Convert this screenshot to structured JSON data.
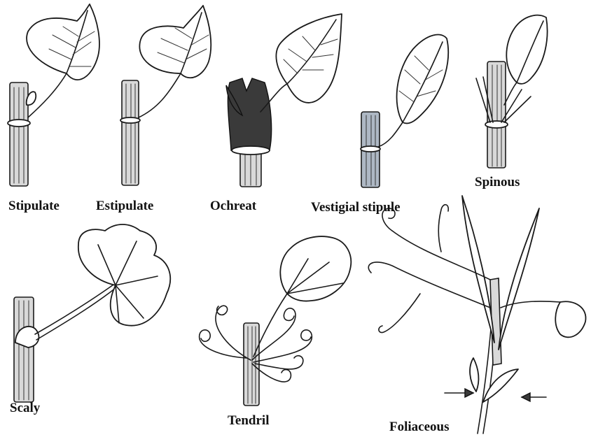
{
  "labels": {
    "stipulate": "Stipulate",
    "estipulate": "Estipulate",
    "ochreat": "Ochreat",
    "vestigial": "Vestigial stipule",
    "spinous": "Spinous",
    "scaly": "Scaly",
    "tendril": "Tendril",
    "foliaceous": "Foliaceous"
  }
}
